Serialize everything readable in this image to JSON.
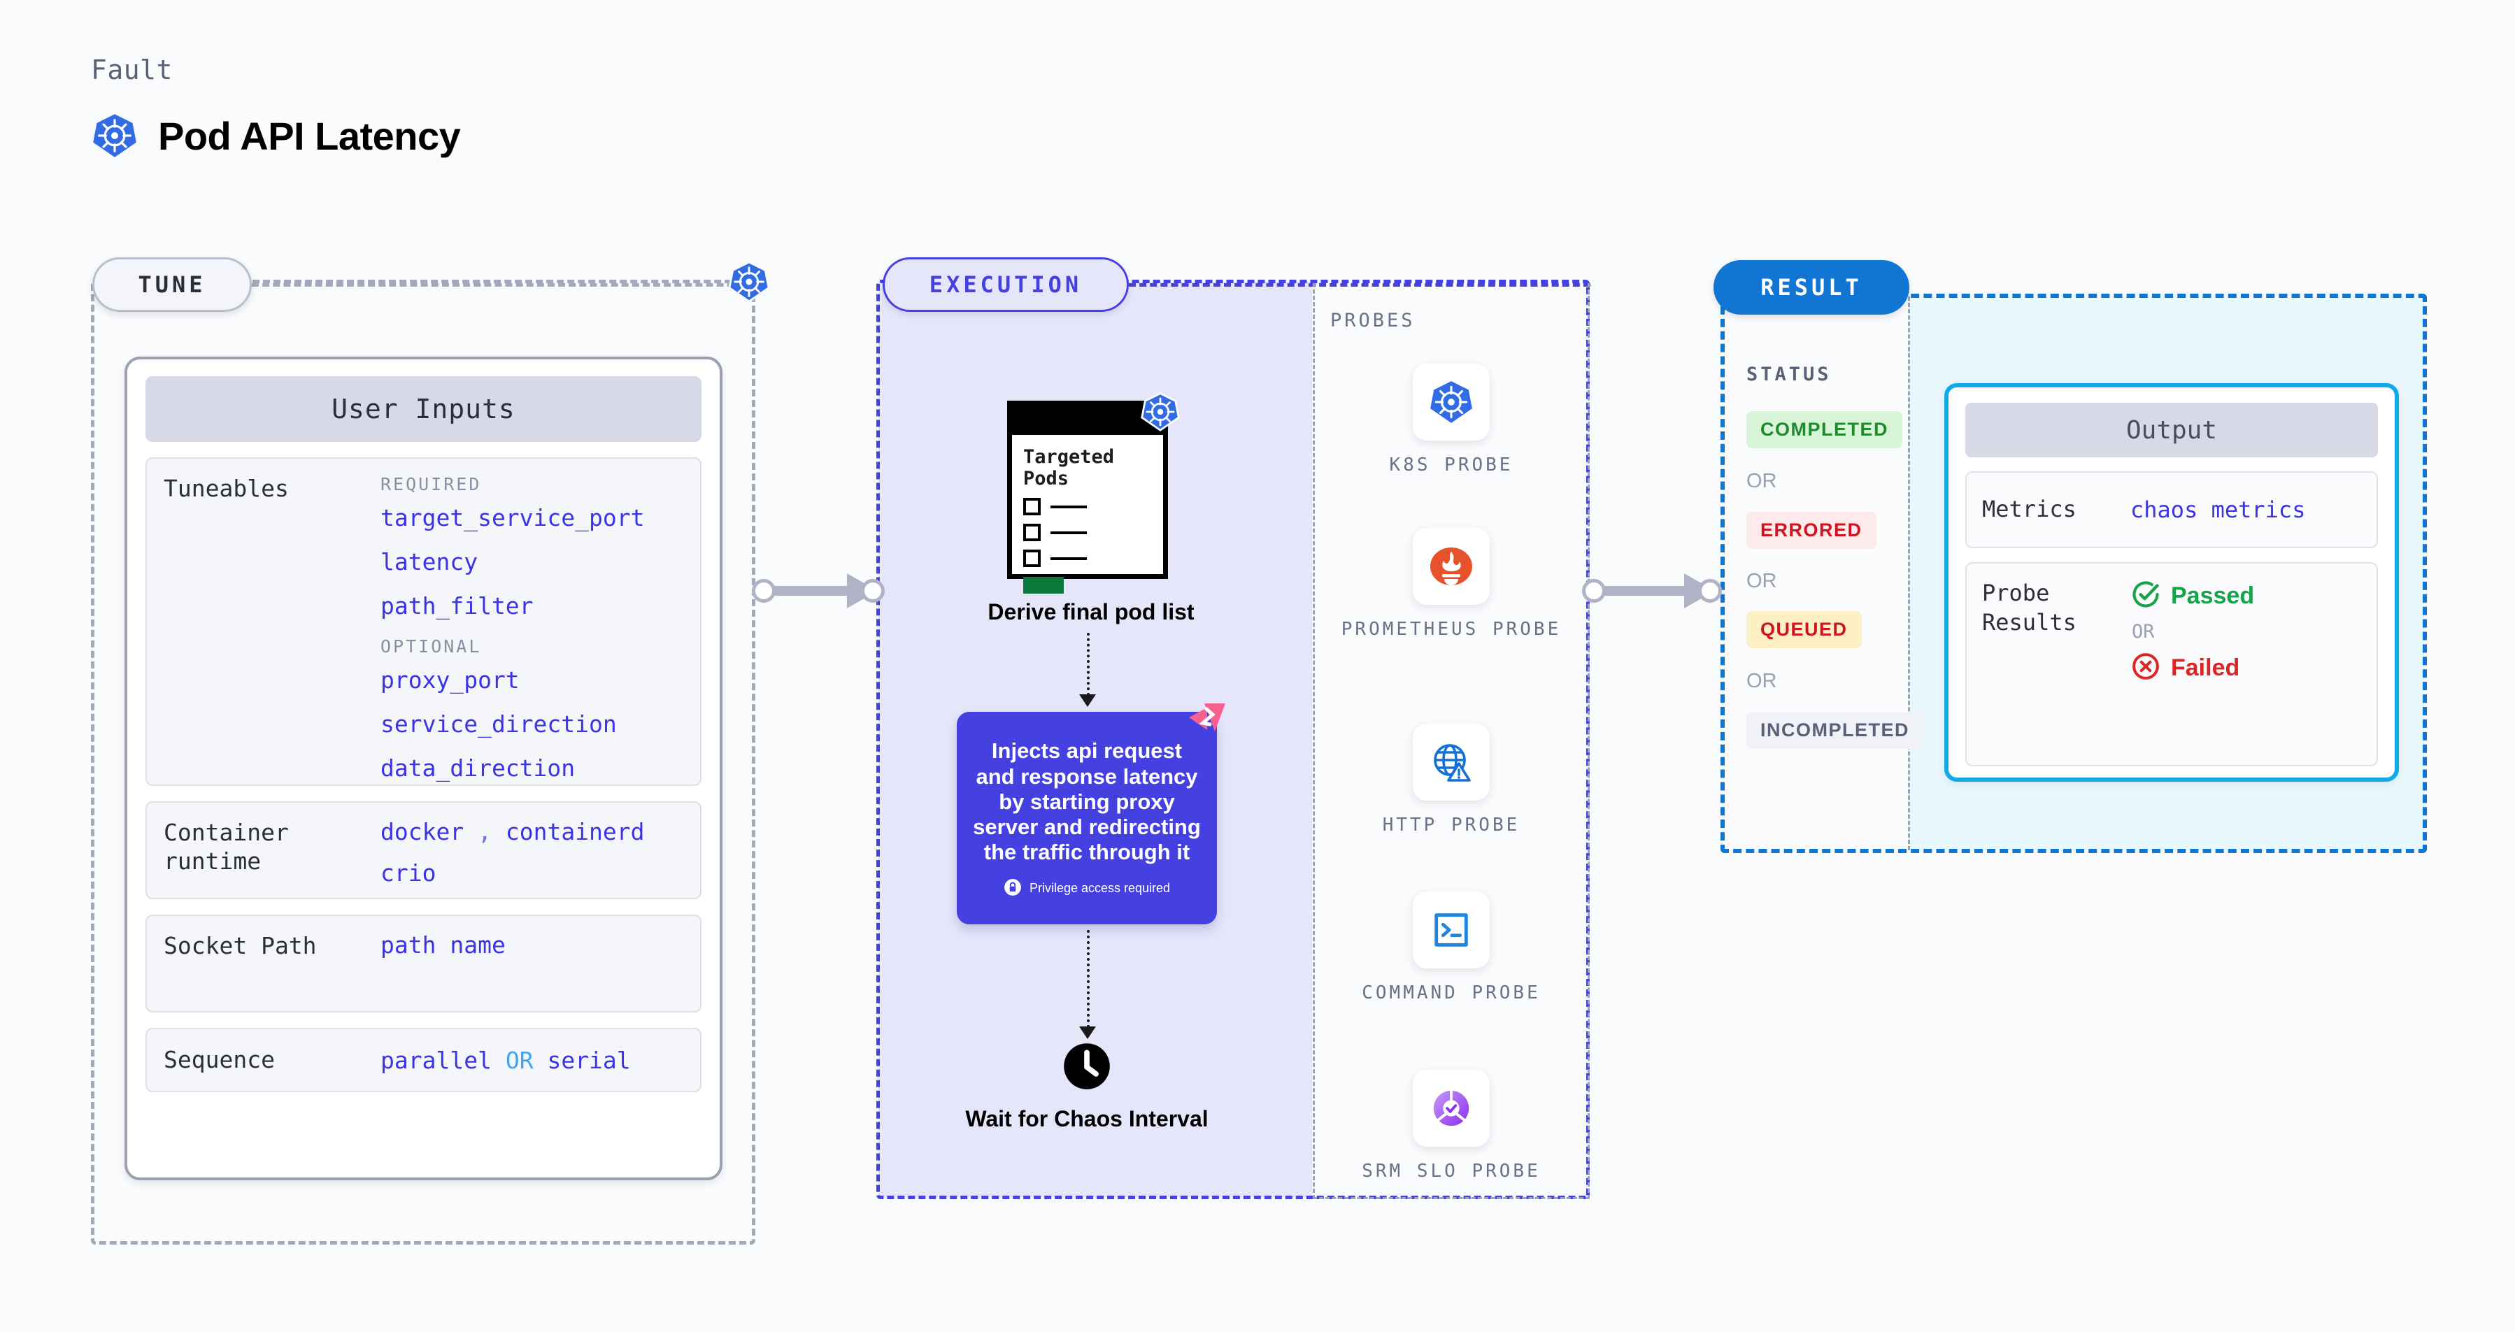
{
  "header": {
    "eyebrow": "Fault",
    "title": "Pod API Latency",
    "icon": "kubernetes-icon"
  },
  "tune": {
    "pill_label": "TUNE",
    "badge_icon": "kubernetes-icon",
    "card_title": "User Inputs",
    "tuneables": {
      "label": "Tuneables",
      "required_header": "REQUIRED",
      "required": [
        "target_service_port",
        "latency",
        "path_filter"
      ],
      "optional_header": "OPTIONAL",
      "optional": [
        "proxy_port",
        "service_direction",
        "data_direction"
      ]
    },
    "container_runtime": {
      "label": "Container runtime",
      "values": [
        "docker",
        "containerd",
        "crio"
      ],
      "separator": ","
    },
    "socket_path": {
      "label": "Socket Path",
      "value": "path name"
    },
    "sequence": {
      "label": "Sequence",
      "value_a": "parallel",
      "or": "OR",
      "value_b": "serial"
    }
  },
  "execution": {
    "pill_label": "EXECUTION",
    "pods_card": {
      "title": "Targeted Pods",
      "badge_icon": "kubernetes-icon"
    },
    "derive_caption": "Derive final pod list",
    "inject": {
      "text": "Injects api request and response latency by starting proxy server and redirecting the traffic through it",
      "privilege_note": "Privilege access required",
      "privilege_icon": "lock-icon",
      "corner_icon": "chaos-mark-icon",
      "color": "#4540e0"
    },
    "wait_caption": "Wait for Chaos Interval",
    "wait_icon": "clock-icon",
    "probes_title": "PROBES",
    "probes": [
      {
        "label": "K8S PROBE",
        "icon": "kubernetes-icon"
      },
      {
        "label": "PROMETHEUS PROBE",
        "icon": "prometheus-icon"
      },
      {
        "label": "HTTP PROBE",
        "icon": "globe-warning-icon"
      },
      {
        "label": "COMMAND PROBE",
        "icon": "terminal-icon"
      },
      {
        "label": "SRM SLO PROBE",
        "icon": "srm-slo-icon"
      }
    ]
  },
  "result": {
    "pill_label": "RESULT",
    "status_title": "STATUS",
    "or_label": "OR",
    "statuses": [
      {
        "label": "COMPLETED",
        "color": "#1f8a2e",
        "bg": "#d8f5d8"
      },
      {
        "label": "ERRORED",
        "color": "#cf1322",
        "bg": "#fdeaea"
      },
      {
        "label": "QUEUED",
        "color": "#cf1322",
        "bg": "#fdf0c4"
      },
      {
        "label": "INCOMPLETED",
        "color": "#5a6076",
        "bg": "#f1f2f7"
      }
    ],
    "output": {
      "head": "Output",
      "metrics": {
        "label": "Metrics",
        "value": "chaos metrics"
      },
      "probe_results": {
        "label": "Probe Results",
        "passed": "Passed",
        "or": "OR",
        "failed": "Failed",
        "passed_icon": "check-circle-icon",
        "failed_icon": "x-circle-icon"
      }
    }
  }
}
